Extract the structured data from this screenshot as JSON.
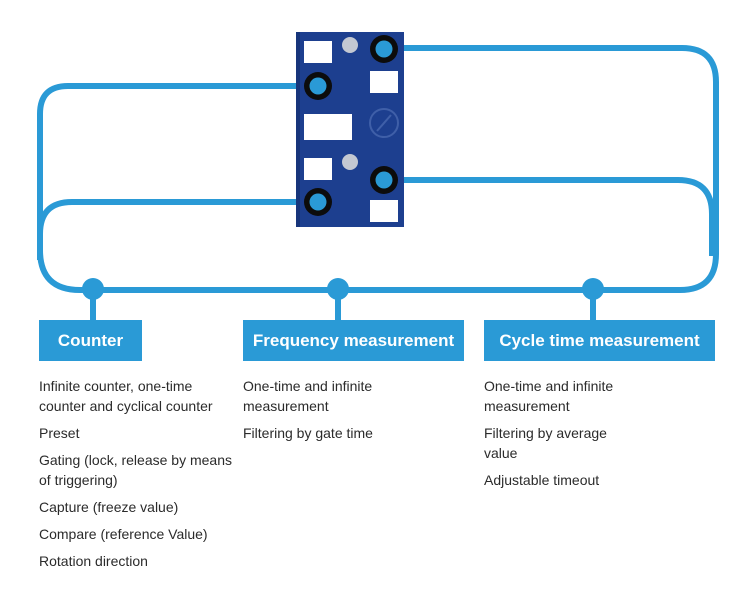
{
  "colors": {
    "module": "#1d3f8f",
    "connector": "#2a9ad6",
    "label_bg": "#2a9ad6",
    "label_text": "#ffffff"
  },
  "icons": [
    "port-socket-icon",
    "led-indicator-icon",
    "rotary-switch-icon"
  ],
  "categories": [
    {
      "label": "Counter",
      "items": [
        "Infinite counter, one-time counter and cyclical counter",
        "Preset",
        "Gating (lock, release by means of triggering)",
        "Capture (freeze value)",
        "Compare (reference Value)",
        "Rotation direction"
      ]
    },
    {
      "label": "Frequency measurement",
      "items": [
        "One-time and infinite measurement",
        "Filtering by gate time"
      ]
    },
    {
      "label": "Cycle time measurement",
      "items": [
        "One-time and infinite measurement",
        "Filtering by average value",
        "Adjustable timeout"
      ]
    }
  ]
}
